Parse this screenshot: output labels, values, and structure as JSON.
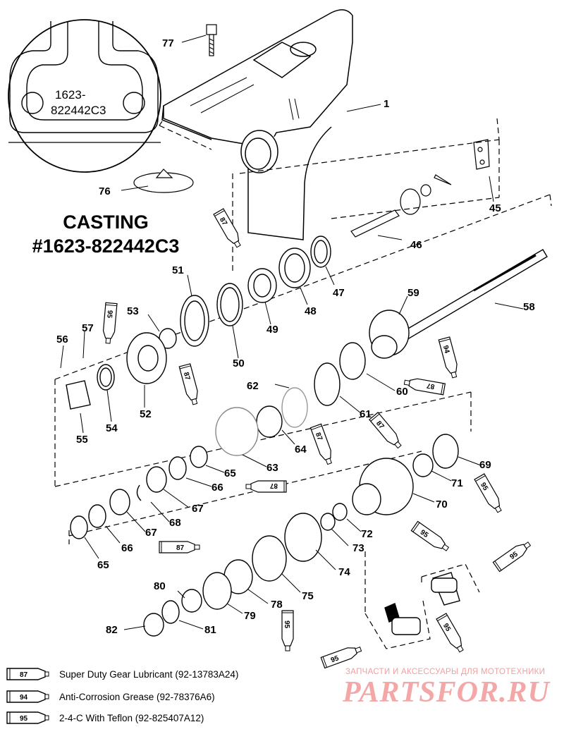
{
  "inset": {
    "casting_code_line1": "1623-",
    "casting_code_line2": "822442C3"
  },
  "casting_title": {
    "line1": "CASTING",
    "line2": "#1623-822442C3"
  },
  "callouts": [
    "77",
    "1",
    "76",
    "45",
    "46",
    "47",
    "48",
    "49",
    "50",
    "51",
    "53",
    "57",
    "56",
    "52",
    "54",
    "55",
    "58",
    "59",
    "60",
    "61",
    "62",
    "63",
    "64",
    "65",
    "66",
    "67",
    "68",
    "69",
    "70",
    "71",
    "72",
    "73",
    "74",
    "75",
    "78",
    "79",
    "80",
    "81",
    "82"
  ],
  "lubricant_tubes": [
    "87",
    "95",
    "87",
    "94",
    "87",
    "87",
    "87",
    "87",
    "95",
    "95",
    "95",
    "95",
    "95",
    "95"
  ],
  "legend": [
    {
      "code": "87",
      "text": "Super Duty Gear Lubricant (92-13783A24)"
    },
    {
      "code": "94",
      "text": "Anti-Corrosion Grease (92-78376A6)"
    },
    {
      "code": "95",
      "text": "2-4-C  With Teflon (92-825407A12)"
    }
  ],
  "watermark": {
    "tagline": "ЗАПЧАСТИ И АКСЕССУАРЫ ДЛЯ МОТОТЕХНИКИ",
    "logo": "PARTSFOR.RU"
  },
  "colors": {
    "line": "#000000",
    "watermark": "#f4a7a7"
  }
}
